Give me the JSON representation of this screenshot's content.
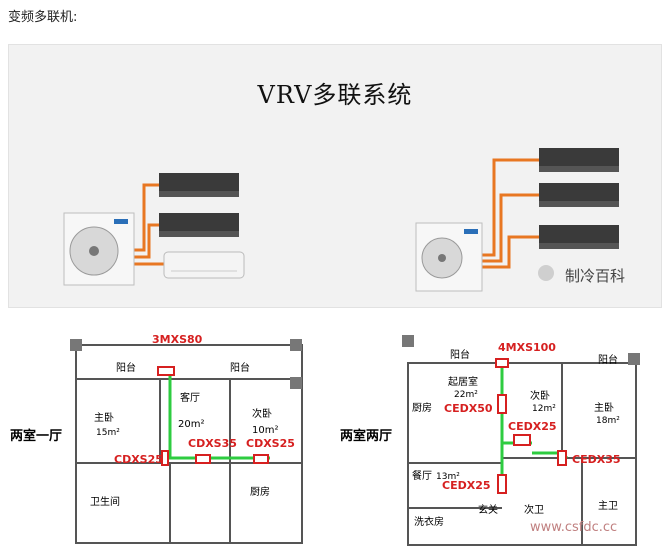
{
  "intro_text": "变频多联机:",
  "top_title": "VRV多联系统",
  "watermark_text": "制冷百科",
  "plan_left": {
    "label": "两室一厅",
    "rooms": {
      "balcony1": "阳台",
      "balcony2": "阳台",
      "master": "主卧",
      "master_area": "15m²",
      "living": "客厅",
      "living_area": "20m²",
      "second": "次卧",
      "second_area": "10m²",
      "bath": "卫生间",
      "kitchen": "厨房"
    },
    "units": {
      "outdoor": "3MXS80",
      "u1": "CDXS25",
      "u2": "CDXS35",
      "u3": "CDXS25"
    }
  },
  "plan_right": {
    "label": "两室两厅",
    "rooms": {
      "balcony1": "阳台",
      "balcony2": "阳台",
      "kitchen": "厨房",
      "living": "起居室",
      "living_area": "22m²",
      "second": "次卧",
      "second_area": "12m²",
      "master": "主卧",
      "master_area": "18m²",
      "dining": "餐厅",
      "dining_area": "13m²",
      "laundry": "洗衣房",
      "entry": "玄关",
      "bath2": "次卫",
      "bath1": "主卫"
    },
    "units": {
      "outdoor": "4MXS100",
      "u1": "CEDX50",
      "u2": "CEDX25",
      "u3": "CEDX35",
      "u4": "CEDX25"
    }
  },
  "footer_watermark": "www.csfdc.cc",
  "colors": {
    "pipe": "#e87722",
    "duct": "#2ecc40",
    "indoor_unit": "#d62020",
    "wall": "#555555",
    "panel_bg": "#f2f2f2"
  }
}
